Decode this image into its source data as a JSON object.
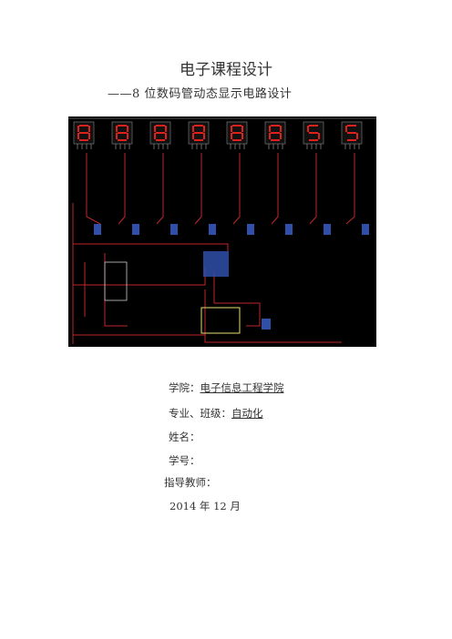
{
  "doc": {
    "title": "电子课程设计",
    "subtitle": "——8 位数码管动态显示电路设计",
    "fields": {
      "college_label": "学院：",
      "college_value": "电子信息工程学院",
      "major_label": "专业、班级：",
      "major_value": "自动化",
      "name_label": "姓名：",
      "id_label": "学号：",
      "teacher_label": "指导教师：",
      "date": "2014 年 12 月"
    }
  },
  "circuit": {
    "digits": [
      "8",
      "8",
      "8",
      "8",
      "8",
      "8",
      "5",
      "5"
    ],
    "colors": {
      "background": "#000000",
      "segment": "#e0201a",
      "wire": "#c0262a",
      "chip": "#2f4fa8",
      "yellow": "#e8e070"
    }
  }
}
